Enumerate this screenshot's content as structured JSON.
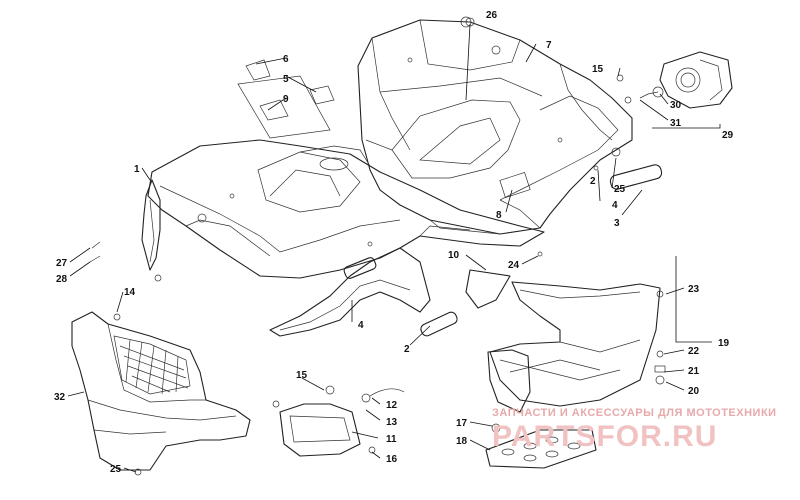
{
  "callouts": [
    {
      "id": "c1",
      "label": "1"
    },
    {
      "id": "c2a",
      "label": "2"
    },
    {
      "id": "c2b",
      "label": "2"
    },
    {
      "id": "c3",
      "label": "3"
    },
    {
      "id": "c4a",
      "label": "4"
    },
    {
      "id": "c4b",
      "label": "4"
    },
    {
      "id": "c5",
      "label": "5"
    },
    {
      "id": "c6",
      "label": "6"
    },
    {
      "id": "c7",
      "label": "7"
    },
    {
      "id": "c8",
      "label": "8"
    },
    {
      "id": "c9",
      "label": "9"
    },
    {
      "id": "c10",
      "label": "10"
    },
    {
      "id": "c11",
      "label": "11"
    },
    {
      "id": "c12",
      "label": "12"
    },
    {
      "id": "c13",
      "label": "13"
    },
    {
      "id": "c14",
      "label": "14"
    },
    {
      "id": "c15a",
      "label": "15"
    },
    {
      "id": "c15b",
      "label": "15"
    },
    {
      "id": "c16",
      "label": "16"
    },
    {
      "id": "c17",
      "label": "17"
    },
    {
      "id": "c18",
      "label": "18"
    },
    {
      "id": "c19",
      "label": "19"
    },
    {
      "id": "c20",
      "label": "20"
    },
    {
      "id": "c21",
      "label": "21"
    },
    {
      "id": "c22",
      "label": "22"
    },
    {
      "id": "c23",
      "label": "23"
    },
    {
      "id": "c24",
      "label": "24"
    },
    {
      "id": "c25a",
      "label": "25"
    },
    {
      "id": "c25b",
      "label": "25"
    },
    {
      "id": "c26",
      "label": "26"
    },
    {
      "id": "c27",
      "label": "27"
    },
    {
      "id": "c28",
      "label": "28"
    },
    {
      "id": "c29",
      "label": "29"
    },
    {
      "id": "c30",
      "label": "30"
    },
    {
      "id": "c31",
      "label": "31"
    },
    {
      "id": "c32",
      "label": "32"
    }
  ],
  "watermark": {
    "tagline": "ЗАПЧАСТИ И АКСЕССУАРЫ ДЛЯ МОТОТЕХНИКИ",
    "brand": "PARTSFOR.RU"
  }
}
